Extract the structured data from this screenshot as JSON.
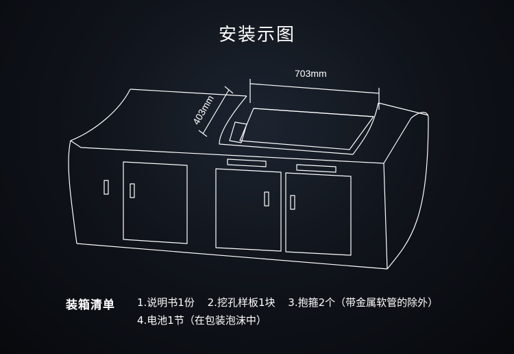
{
  "title": "安装示图",
  "dimensions": {
    "width_label": "703mm",
    "depth_label": "403mm"
  },
  "packing_list": {
    "heading": "装箱清单",
    "line1": [
      "1.说明书1份",
      "2.挖孔样板1块",
      "3.抱箍2个（带金属软管的除外）"
    ],
    "line2": [
      "4.电池1节（在包装泡沫中）"
    ]
  },
  "colors": {
    "stroke": "#ffffff",
    "background": "#0b0e13"
  }
}
